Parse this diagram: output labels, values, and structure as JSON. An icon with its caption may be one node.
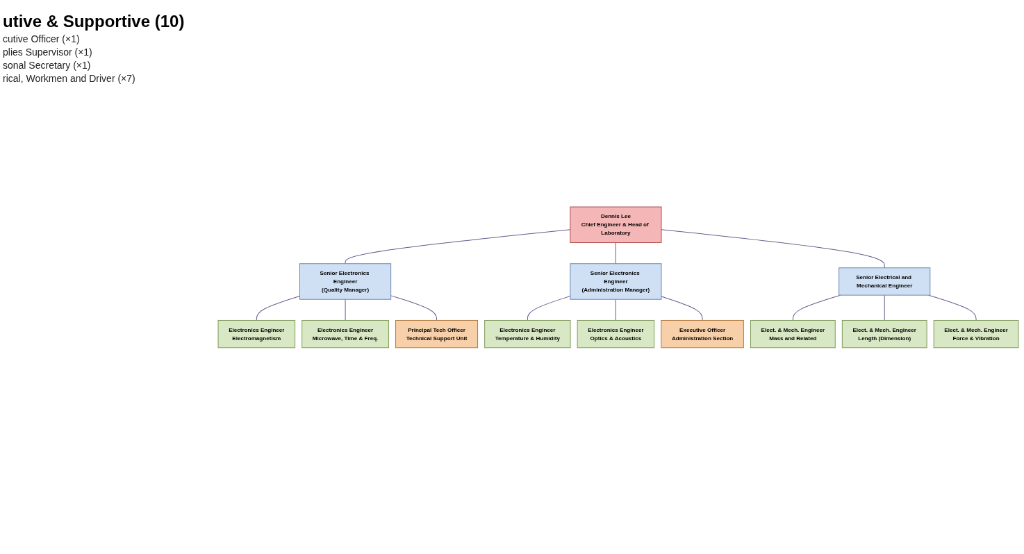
{
  "diagram": {
    "nodes": [
      {
        "text": [
          "Dennis Lee",
          "Chief Engineer & Head of Laboratory"
        ]
      },
      {
        "text": [
          "Senior Electronics Engineer",
          "(Quality Manager)"
        ]
      },
      {
        "text": [
          "Senior Electronics Engineer",
          "(Administration Manager)"
        ]
      },
      {
        "text": [
          "Senior Electrical and Mechanical Engineer"
        ]
      },
      {
        "text": [
          "Electronics Engineer",
          "Electromagnetism"
        ]
      },
      {
        "text": [
          "Electronics Engineer",
          "Microwave, Time & Freq."
        ]
      },
      {
        "text": [
          "Principal Tech Officer",
          "Technical Support Unit"
        ]
      },
      {
        "text": [
          "Electronics Engineer",
          "Temperature & Humidity"
        ]
      },
      {
        "text": [
          "Electronics Engineer",
          "Optics & Acoustics"
        ]
      },
      {
        "text": [
          "Executive Officer",
          "Administration Section"
        ]
      },
      {
        "text": [
          "Elect. & Mech. Engineer",
          "Mass and Related"
        ]
      },
      {
        "text": [
          "Elect. & Mech. Engineer",
          "Length (Dimension)"
        ]
      },
      {
        "text": [
          "Elect. & Mech. Engineer",
          "Force & Vibration"
        ]
      }
    ],
    "edges": [
      {
        "from": 0,
        "to": 1,
        "arrow": "none"
      },
      {
        "from": 0,
        "to": 2,
        "arrow": "none"
      },
      {
        "from": 0,
        "to": 3,
        "arrow": "none"
      },
      {
        "from": 1,
        "to": 4,
        "arrow": "none"
      },
      {
        "from": 1,
        "to": 5,
        "arrow": "none"
      },
      {
        "from": 1,
        "to": 6,
        "arrow": "none"
      },
      {
        "from": 2,
        "to": 7,
        "arrow": "none"
      },
      {
        "from": 2,
        "to": 8,
        "arrow": "none"
      },
      {
        "from": 2,
        "to": 9,
        "arrow": "none"
      },
      {
        "from": 3,
        "to": 10,
        "arrow": "none"
      },
      {
        "from": 3,
        "to": 11,
        "arrow": "none"
      },
      {
        "from": 3,
        "to": 12,
        "arrow": "none"
      }
    ],
    "labels": [
      "utive & Supportive (10)",
      "cutive Officer (×1)",
      "plies Supervisor (×1)",
      "sonal Secretary (×1)",
      "rical, Workmen and Driver (×7)"
    ]
  }
}
